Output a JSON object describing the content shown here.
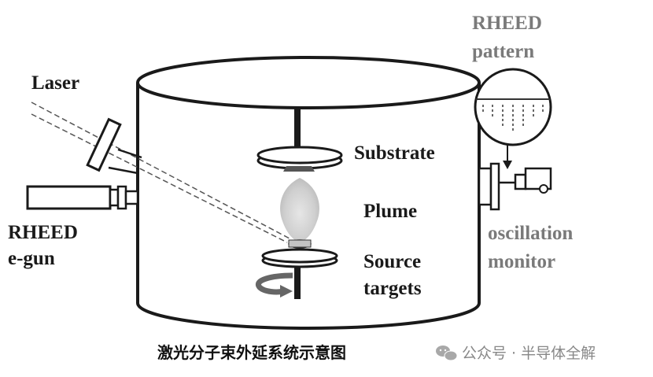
{
  "labels": {
    "laser": "Laser",
    "rheed_gun_line1": "RHEED",
    "rheed_gun_line2": "e-gun",
    "rheed_pattern_line1": "RHEED",
    "rheed_pattern_line2": "pattern",
    "substrate": "Substrate",
    "plume": "Plume",
    "source_line1": "Source",
    "source_line2": "targets",
    "oscillation_line1": "oscillation",
    "oscillation_line2": "monitor"
  },
  "caption": "激光分子束外延系统示意图",
  "watermark": {
    "text": "公众号 · 半导体全解",
    "icon": "wechat-icon"
  },
  "colors": {
    "ink": "#1a1a1a",
    "grey_text": "#7a7a7a",
    "plume": "#c8c8c8"
  }
}
